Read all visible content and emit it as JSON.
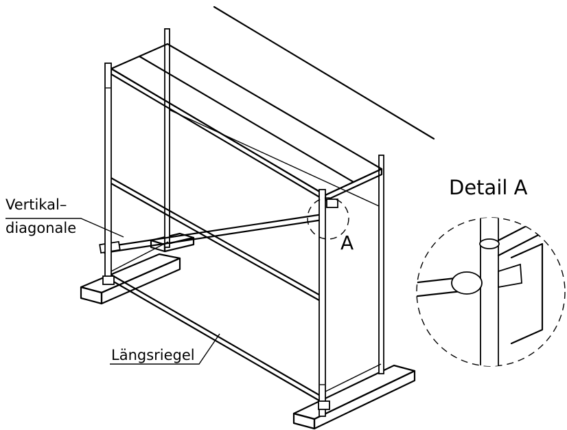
{
  "labels": {
    "vertikal_line1": "Vertikal–",
    "vertikal_line2": "diagonale",
    "laengsriegel": "Längsriegel",
    "marker_a": "A",
    "detail_title": "Detail A"
  }
}
